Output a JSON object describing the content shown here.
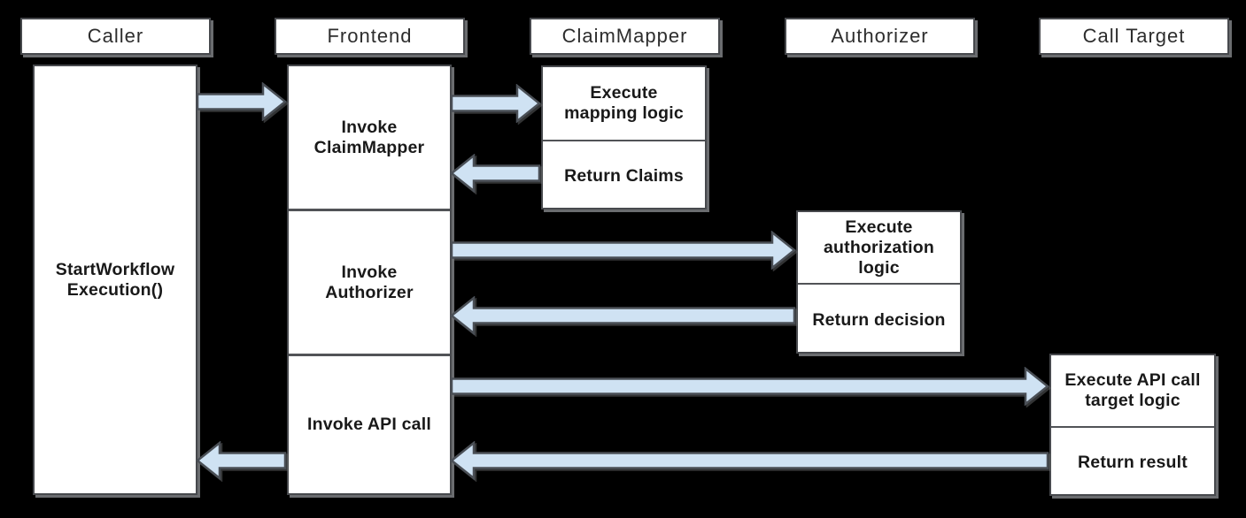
{
  "colors": {
    "background": "#000000",
    "box_fill": "#ffffff",
    "box_border": "#47494d",
    "divider": "#515357",
    "shadow": "#7d7f82",
    "arrow_fill": "#cfe2f3",
    "arrow_stroke": "#4a4f56",
    "text": "#191919",
    "header_text": "#2d2d2d"
  },
  "diagram": {
    "type": "sequence-diagram",
    "lanes": [
      {
        "name": "caller",
        "header": "Caller",
        "activation": {
          "label": "StartWorkflow\nExecution()"
        }
      },
      {
        "name": "frontend",
        "header": "Frontend",
        "activations": [
          {
            "label": "Invoke\nClaimMapper"
          },
          {
            "label": "Invoke\nAuthorizer"
          },
          {
            "label": "Invoke API call"
          }
        ]
      },
      {
        "name": "claimmapper",
        "header": "ClaimMapper",
        "activations": [
          {
            "label": "Execute\nmapping logic"
          },
          {
            "label": "Return Claims"
          }
        ]
      },
      {
        "name": "authorizer",
        "header": "Authorizer",
        "activations": [
          {
            "label": "Execute\nauthorization\nlogic"
          },
          {
            "label": "Return decision"
          }
        ]
      },
      {
        "name": "call_target",
        "header": "Call Target",
        "activations": [
          {
            "label": "Execute API call\ntarget logic"
          },
          {
            "label": "Return result"
          }
        ]
      }
    ],
    "messages": [
      {
        "from": "Caller",
        "to": "Frontend",
        "direction": "right"
      },
      {
        "from": "Frontend",
        "to": "ClaimMapper",
        "direction": "right"
      },
      {
        "from": "ClaimMapper",
        "to": "Frontend",
        "direction": "left"
      },
      {
        "from": "Frontend",
        "to": "Authorizer",
        "direction": "right"
      },
      {
        "from": "Authorizer",
        "to": "Frontend",
        "direction": "left"
      },
      {
        "from": "Frontend",
        "to": "Call Target",
        "direction": "right"
      },
      {
        "from": "Call Target",
        "to": "Frontend",
        "direction": "left"
      },
      {
        "from": "Frontend",
        "to": "Caller",
        "direction": "left"
      }
    ]
  }
}
